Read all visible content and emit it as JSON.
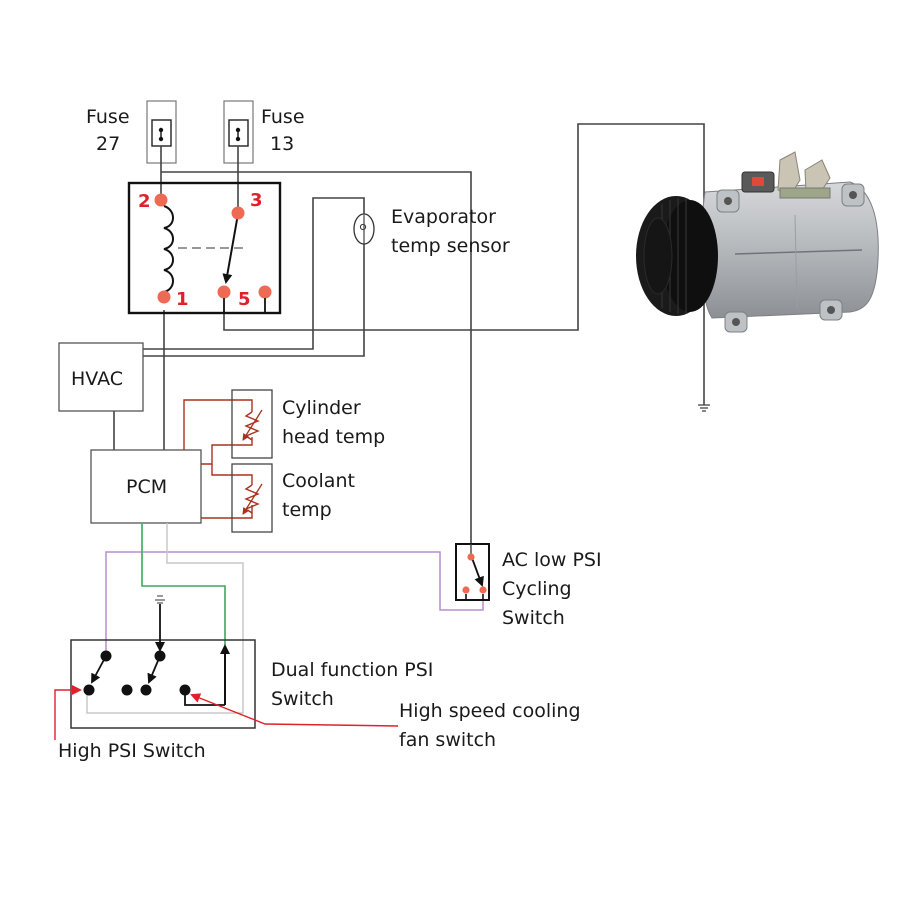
{
  "diagram": {
    "fuses": [
      {
        "label_line1": "Fuse",
        "label_line2": "27"
      },
      {
        "label_line1": "Fuse",
        "label_line2": "13"
      }
    ],
    "relay": {
      "pins": [
        "2",
        "3",
        "1",
        "5"
      ]
    },
    "evaporator_sensor": {
      "line1": "Evaporator",
      "line2": "temp sensor"
    },
    "hvac": {
      "label": "HVAC"
    },
    "pcm": {
      "label": "PCM"
    },
    "cylinder_head_sensor": {
      "line1": "Cylinder",
      "line2": "head temp"
    },
    "coolant_sensor": {
      "line1": "Coolant",
      "line2": "temp"
    },
    "ac_low_psi_switch": {
      "line1": "AC low PSI",
      "line2": "Cycling",
      "line3": "Switch"
    },
    "dual_function_switch": {
      "line1": "Dual function PSI",
      "line2": "Switch"
    },
    "high_speed_fan_switch": {
      "line1": "High speed cooling",
      "line2": "fan switch"
    },
    "high_psi_switch": {
      "label": "High PSI Switch"
    },
    "compressor": {
      "semantic": "ac-compressor-photo"
    },
    "colors": {
      "wire": "#444444",
      "pin_dot": "#ef6a55",
      "pin_label": "#e0202a",
      "sensor_wire": "#a8321f",
      "purple_wire": "#b58fd0",
      "green_wire": "#3aa860",
      "grey_wire": "#c8c8c8",
      "pointer_arrow": "#e0202a"
    }
  }
}
